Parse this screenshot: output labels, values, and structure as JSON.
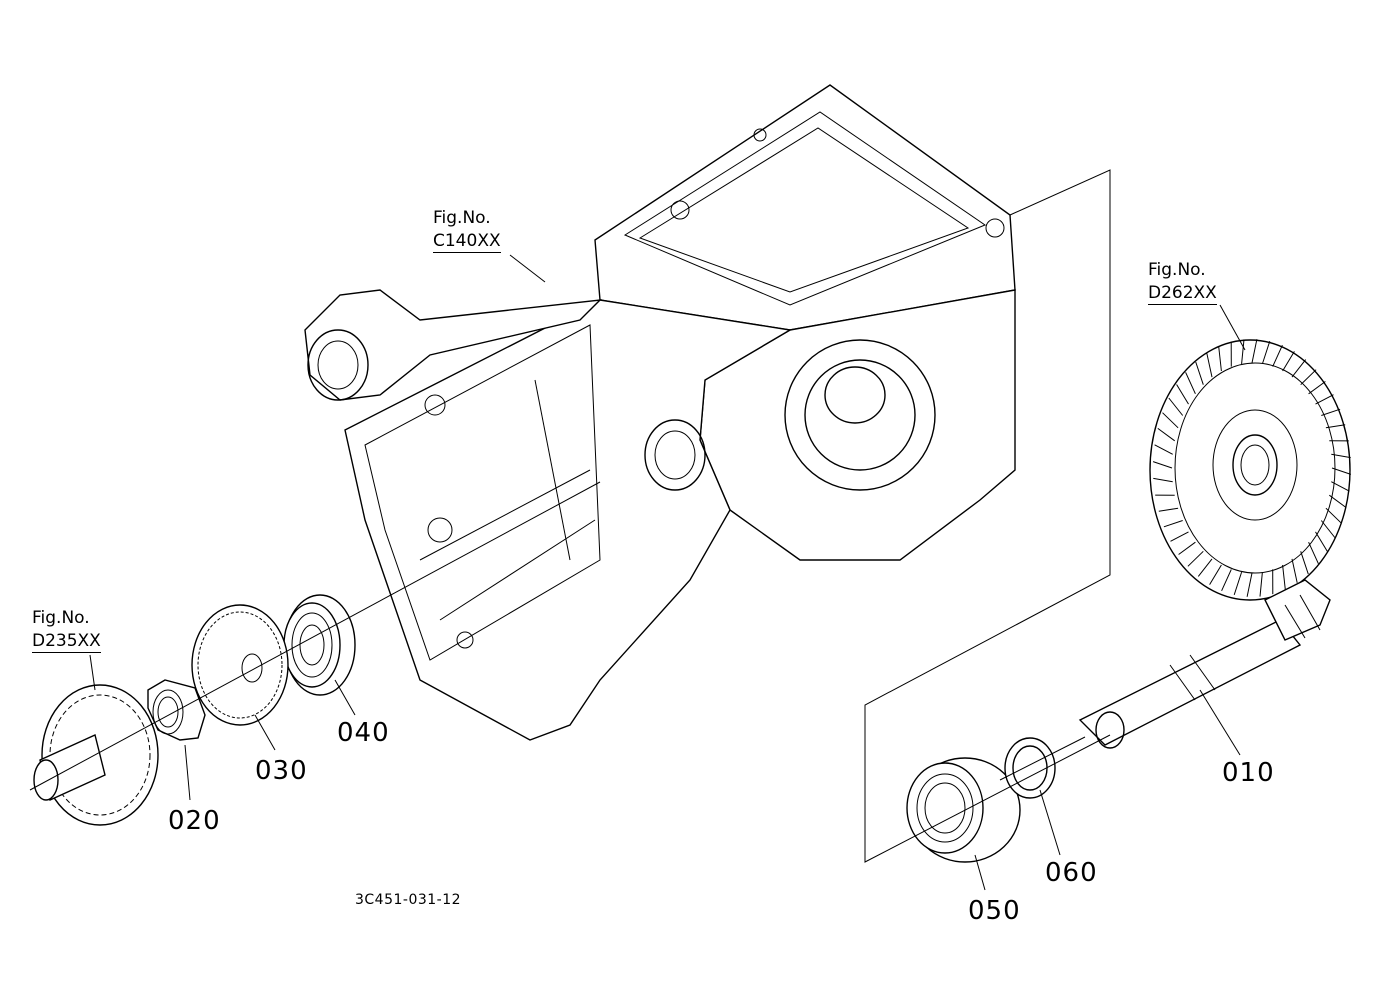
{
  "figure_refs": [
    {
      "id": "c140",
      "prefix": "Fig.No.",
      "code": "C140XX"
    },
    {
      "id": "d262",
      "prefix": "Fig.No.",
      "code": "D262XX"
    },
    {
      "id": "d235",
      "prefix": "Fig.No.",
      "code": "D235XX"
    }
  ],
  "parts": [
    {
      "ref": "010"
    },
    {
      "ref": "020"
    },
    {
      "ref": "030"
    },
    {
      "ref": "040"
    },
    {
      "ref": "050"
    },
    {
      "ref": "060"
    }
  ],
  "drawing_code": "3C451-031-12"
}
